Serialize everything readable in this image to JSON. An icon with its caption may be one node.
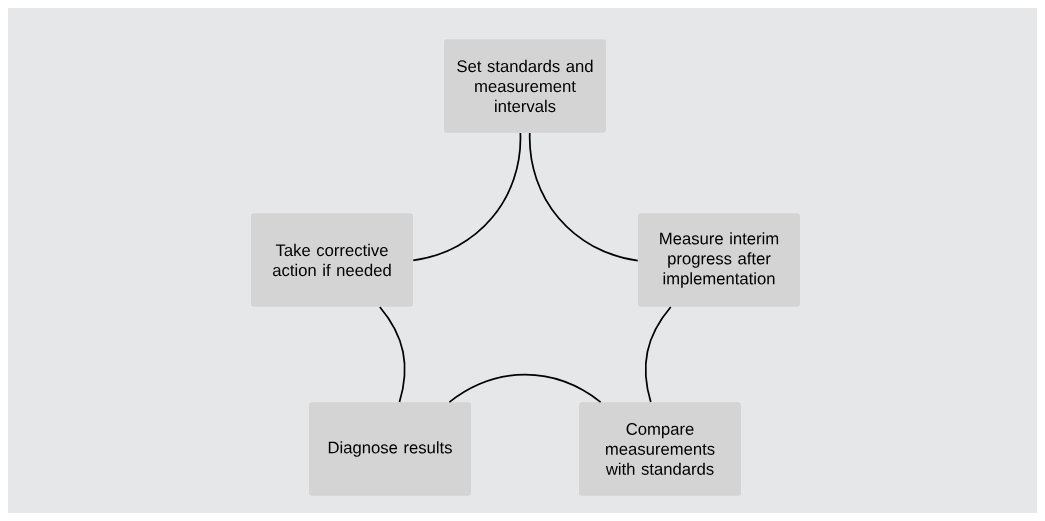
{
  "diagram": {
    "nodes": [
      {
        "text": [
          "Set standards and measurement intervals"
        ]
      },
      {
        "text": [
          "Measure interim progress after implementation"
        ]
      },
      {
        "text": [
          "Compare measurements with standards"
        ]
      },
      {
        "text": [
          "Diagnose results"
        ]
      },
      {
        "text": [
          "Take corrective action if needed"
        ]
      }
    ],
    "edges": [
      {
        "from": 0,
        "to": 1,
        "arrow": "none"
      },
      {
        "from": 1,
        "to": 2,
        "arrow": "none"
      },
      {
        "from": 2,
        "to": 3,
        "arrow": "none"
      },
      {
        "from": 3,
        "to": 4,
        "arrow": "none"
      },
      {
        "from": 4,
        "to": 0,
        "arrow": "none"
      }
    ]
  }
}
